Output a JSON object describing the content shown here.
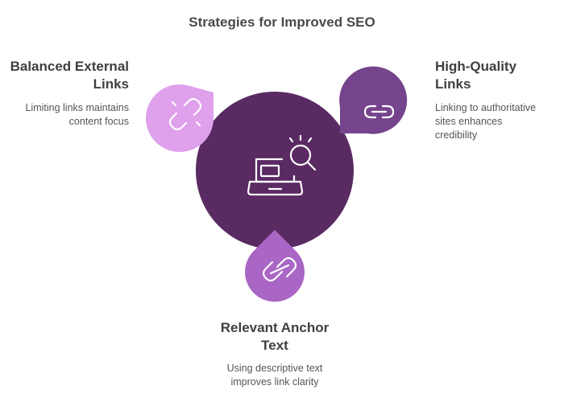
{
  "title": "Strategies for Improved SEO",
  "colors": {
    "center_circle": "#5a2a63",
    "left_drop": "#dfa0ec",
    "right_drop": "#76448d",
    "bottom_drop": "#a966c5",
    "icon_stroke": "#ffffff",
    "heading_text": "#3f3f3f",
    "body_text": "#555555"
  },
  "center": {
    "icon": "laptop-search-icon"
  },
  "items": [
    {
      "heading_line1": "Balanced External",
      "heading_line2": "Links",
      "desc_line1": "Limiting links maintains",
      "desc_line2": "content focus",
      "icon": "broken-link-icon"
    },
    {
      "heading_line1": "High-Quality",
      "heading_line2": "Links",
      "desc_line1": "Linking to authoritative",
      "desc_line2": "sites enhances",
      "desc_line3": "credibility",
      "icon": "link-icon"
    },
    {
      "heading_line1": "Relevant Anchor",
      "heading_line2": "Text",
      "desc_line1": "Using descriptive text",
      "desc_line2": "improves link clarity",
      "icon": "chain-link-icon"
    }
  ]
}
